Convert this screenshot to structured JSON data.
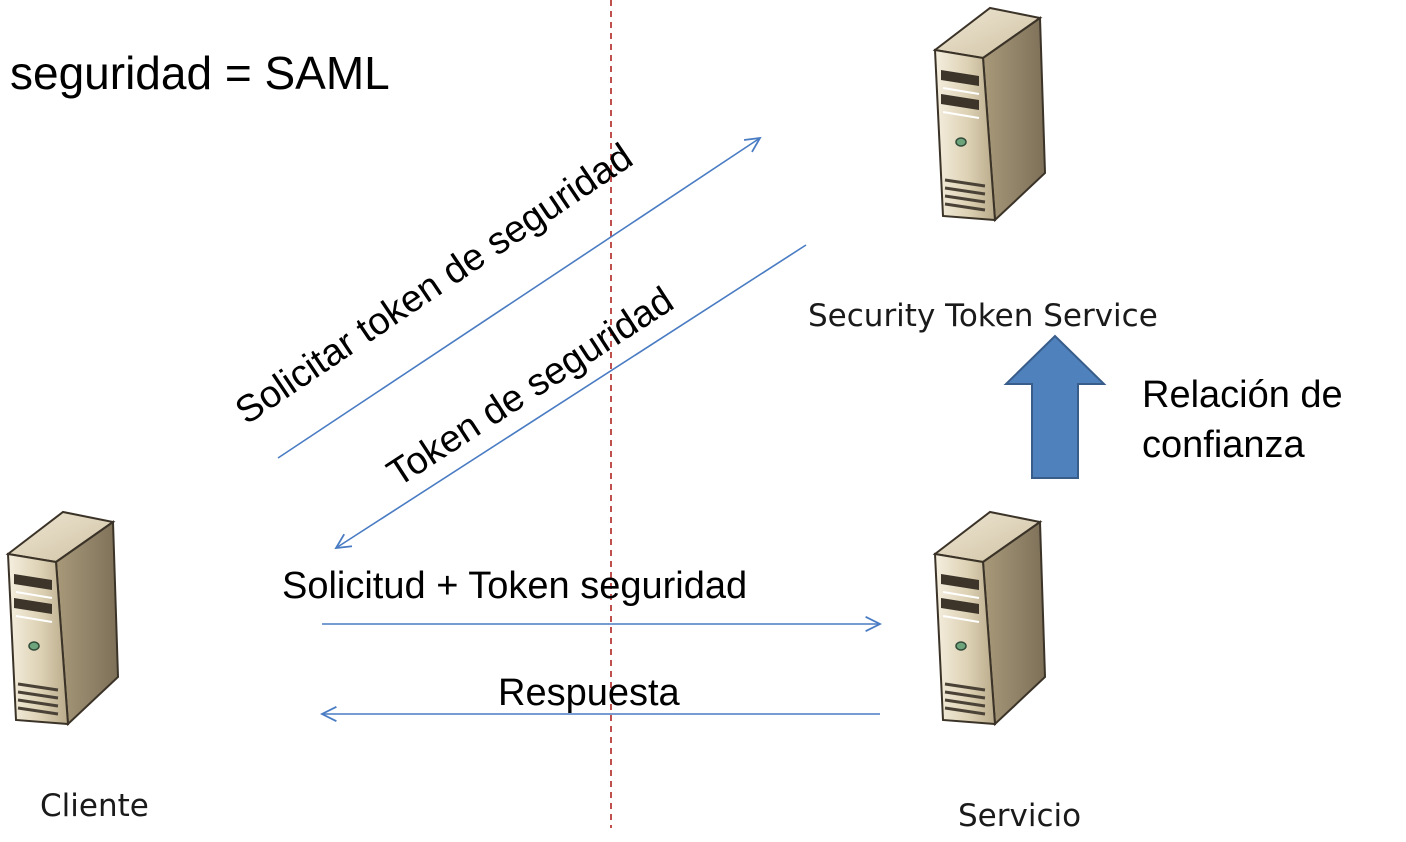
{
  "title": "seguridad = SAML",
  "nodes": {
    "sts": {
      "label": "Security Token Service",
      "icon": "server-icon"
    },
    "client": {
      "label": "Cliente",
      "icon": "server-icon"
    },
    "service": {
      "label": "Servicio",
      "icon": "server-icon"
    }
  },
  "messages": {
    "request_token": "Solicitar token de seguridad",
    "token": "Token de seguridad",
    "request_with_token": "Solicitud + Token seguridad",
    "response": "Respuesta"
  },
  "trust": {
    "line1": "Relación de",
    "line2": "confianza"
  },
  "colors": {
    "arrow_line": "#4a7cc3",
    "trust_arrow_fill": "#4f81bd",
    "trust_arrow_stroke": "#385d8a",
    "boundary_line": "#c0504d",
    "server_body": "#d8ccb0",
    "server_dark": "#6b6152"
  }
}
